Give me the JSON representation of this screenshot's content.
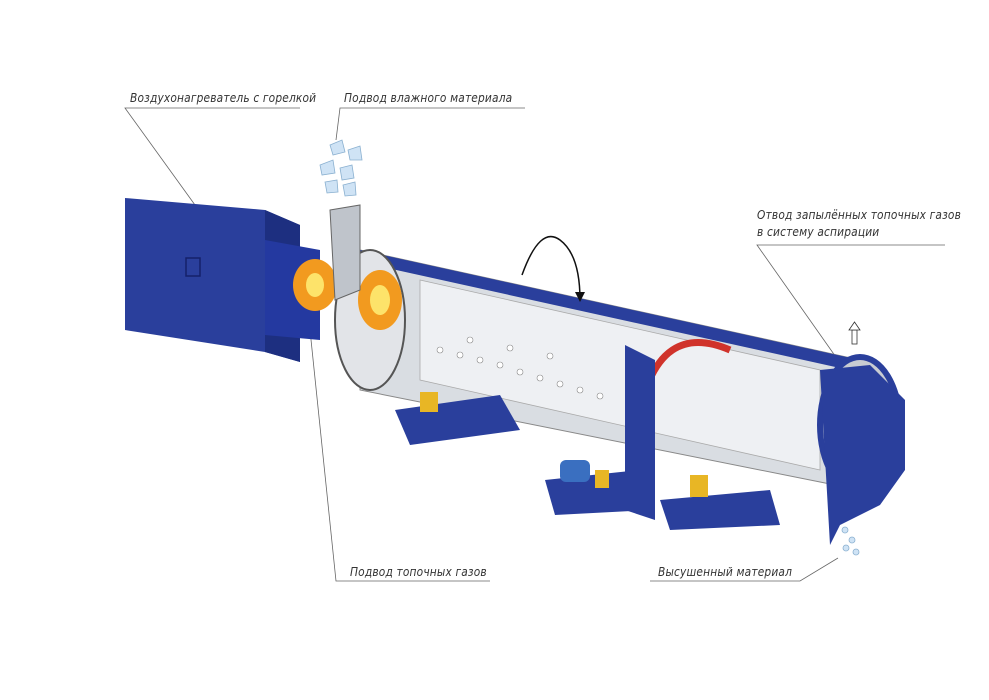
{
  "labels": {
    "air_heater": "Воздухонагреватель с горелкой",
    "wet_material_inlet": "Подвод влажного материала",
    "dusty_gas_outlet_line1": "Отвод запылённых топочных газов",
    "dusty_gas_outlet_line2": "в систему аспирации",
    "flue_gas_inlet": "Подвод топочных газов",
    "dried_material": "Высушенный материал"
  },
  "colors": {
    "equipment_blue": "#2a3f9c",
    "drum_gray": "#d9dde2",
    "flame_orange": "#f29a1f",
    "drive_ring_red": "#d0332b",
    "bearing_yellow": "#e8b625"
  }
}
